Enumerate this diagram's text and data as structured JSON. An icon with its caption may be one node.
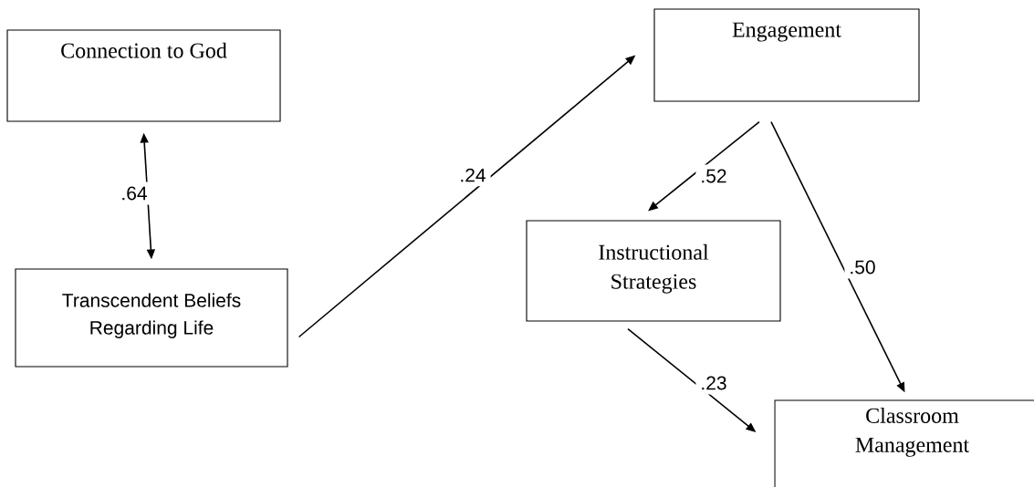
{
  "diagram": {
    "nodes": [
      {
        "text": [
          "Connection to God"
        ]
      },
      {
        "text": [
          "Transcendent Beliefs Regarding Life"
        ]
      },
      {
        "text": [
          "Engagement"
        ]
      },
      {
        "text": [
          "Instructional Strategies"
        ]
      },
      {
        "text": [
          "Classroom Management"
        ]
      }
    ],
    "edges": [
      {
        "from": 0,
        "to": 1,
        "arrow": "both",
        "label": ".64"
      },
      {
        "from": 1,
        "to": 2,
        "arrow": "to",
        "label": ".24"
      },
      {
        "from": 2,
        "to": 3,
        "arrow": "to",
        "label": ".52"
      },
      {
        "from": 2,
        "to": 4,
        "arrow": "to",
        "label": ".50"
      },
      {
        "from": 3,
        "to": 4,
        "arrow": "to",
        "label": ".23"
      }
    ]
  }
}
